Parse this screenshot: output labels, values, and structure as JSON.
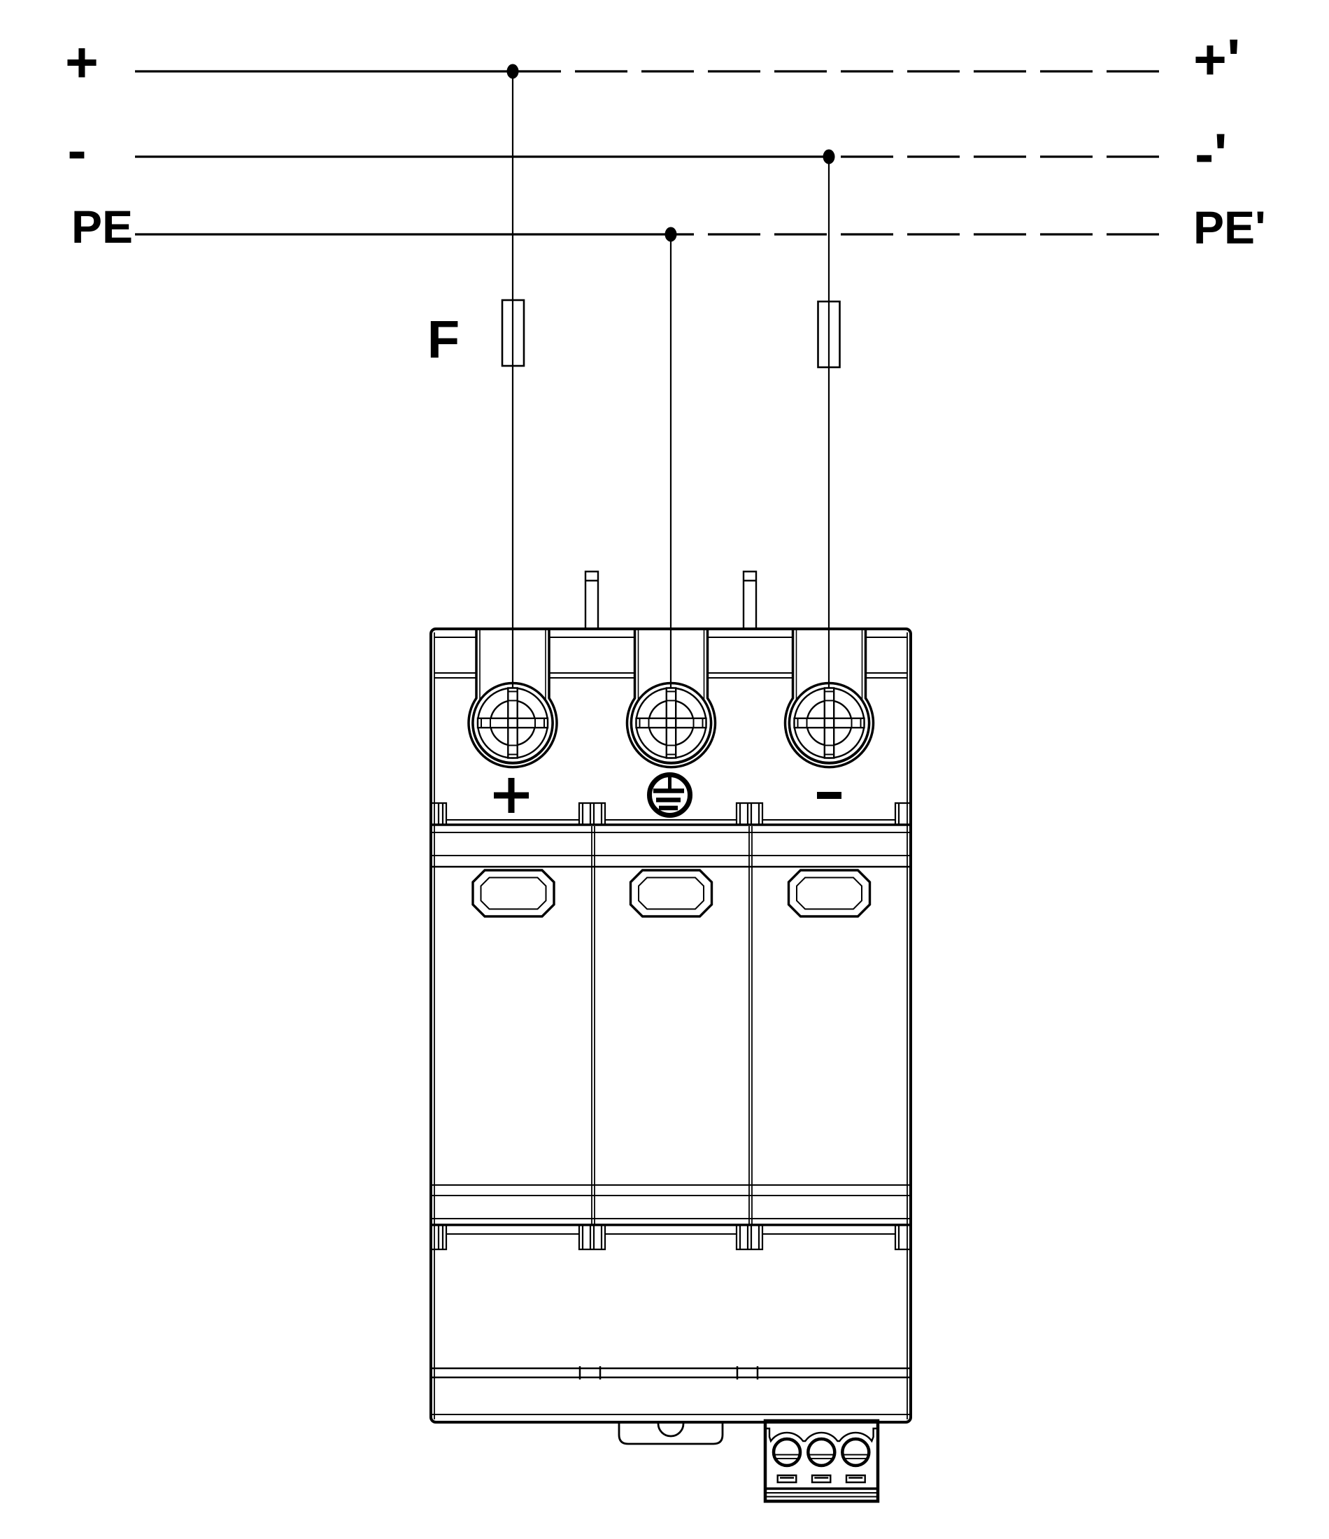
{
  "colors": {
    "ink": "#000000",
    "paper": "#ffffff"
  },
  "wiring": {
    "lines": [
      {
        "name": "positive",
        "label_left": "+",
        "label_right": "+'"
      },
      {
        "name": "negative",
        "label_left": "-",
        "label_right": "-'"
      },
      {
        "name": "protective-earth",
        "label_left": "PE",
        "label_right": "PE'"
      }
    ],
    "fuse_label": "F"
  },
  "device": {
    "terminal_markings": {
      "positive": "+",
      "negative": "−",
      "earth_icon": "protective-earth-circle-symbol"
    }
  }
}
